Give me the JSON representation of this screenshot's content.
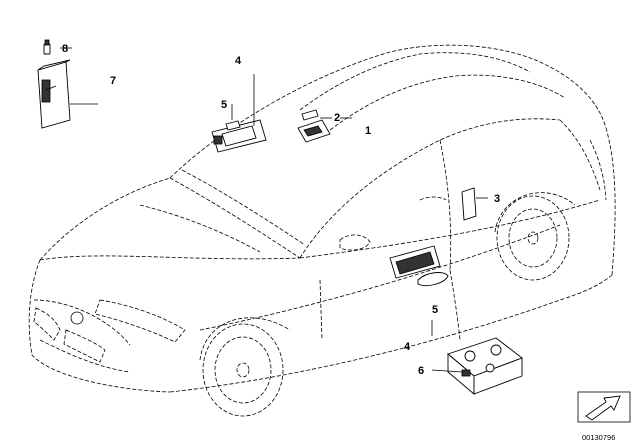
{
  "callouts": {
    "c1": "1",
    "c2": "2",
    "c3": "3",
    "c4_top": "4",
    "c4_bottom": "4",
    "c5_top": "5",
    "c5_bottom": "5",
    "c6": "6",
    "c7": "7",
    "c8": "8"
  },
  "document_number": "00130796",
  "icons": {
    "orientation": "arrow-icon"
  }
}
